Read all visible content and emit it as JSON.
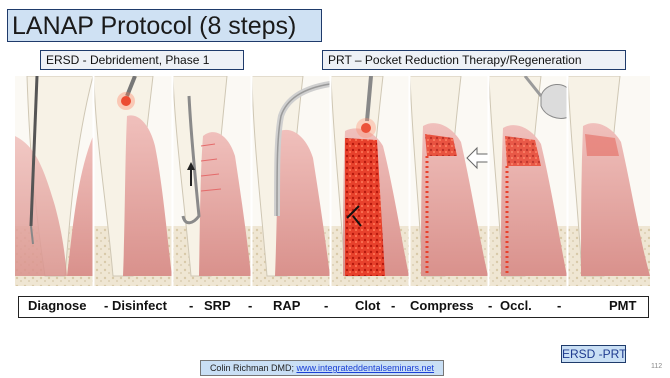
{
  "title": "LANAP Protocol (8 steps)",
  "phases": {
    "left": "ERSD - Debridement, Phase 1",
    "right": "PRT – Pocket Reduction Therapy/Regeneration"
  },
  "steps": [
    "Diagnose",
    "-",
    "Disinfect",
    "-",
    "SRP",
    "-",
    "RAP",
    "-",
    "Clot",
    "-",
    "Compress",
    "-",
    "Occl.",
    "-",
    "PMT"
  ],
  "footer": {
    "credit_prefix": "Colin Richman DMD;",
    "credit_link": "www.integrateddentalseminars.net",
    "ersd_prt": "ERSD -PRT",
    "page_number": "112"
  },
  "colors": {
    "title_fill": "#cfe1f3",
    "border": "#1f3b6b",
    "gum": "#e7a8a4",
    "tooth": "#f6f3ea",
    "bone": "#ece2cf",
    "laser": "#e2321e"
  },
  "illustration": {
    "panels": [
      "diagnose",
      "disinfect",
      "srp",
      "rap",
      "clot",
      "compress",
      "occlusion",
      "pmt"
    ]
  }
}
